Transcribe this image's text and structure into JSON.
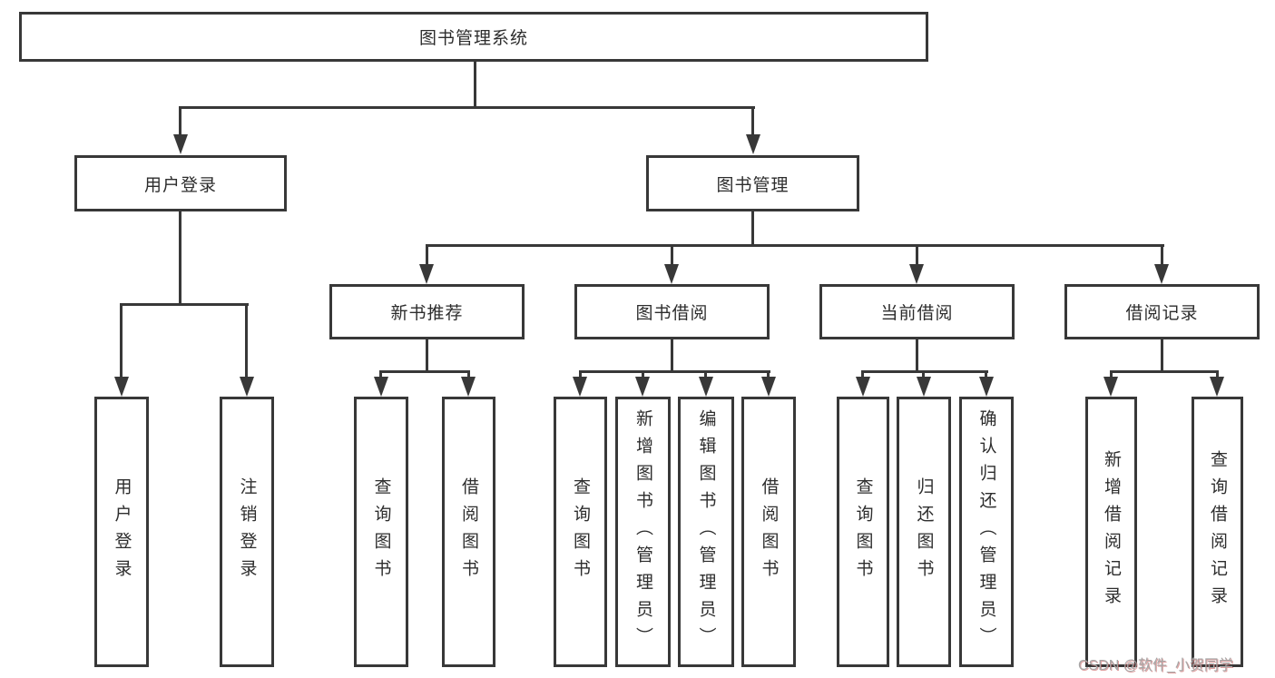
{
  "diagram": {
    "root": {
      "label": "图书管理系统"
    },
    "level2": [
      {
        "label": "用户登录"
      },
      {
        "label": "图书管理"
      }
    ],
    "level3": [
      {
        "label": "新书推荐"
      },
      {
        "label": "图书借阅"
      },
      {
        "label": "当前借阅"
      },
      {
        "label": "借阅记录"
      }
    ],
    "leaves": {
      "user_login": [
        "用户登录",
        "注销登录"
      ],
      "new_books": [
        "查询图书",
        "借阅图书"
      ],
      "book_borrow": [
        "查询图书",
        "新增图书（管理员）",
        "编辑图书（管理员）",
        "借阅图书"
      ],
      "current_borrow": [
        "查询图书",
        "归还图书",
        "确认归还（管理员）"
      ],
      "borrow_records": [
        "新增借阅记录",
        "查询借阅记录"
      ]
    }
  },
  "watermark": {
    "text": "CSDN @软件_小贺同学"
  },
  "colors": {
    "line": "#383838",
    "text": "#2d2d2d",
    "watermark": "#a6a6a6"
  }
}
